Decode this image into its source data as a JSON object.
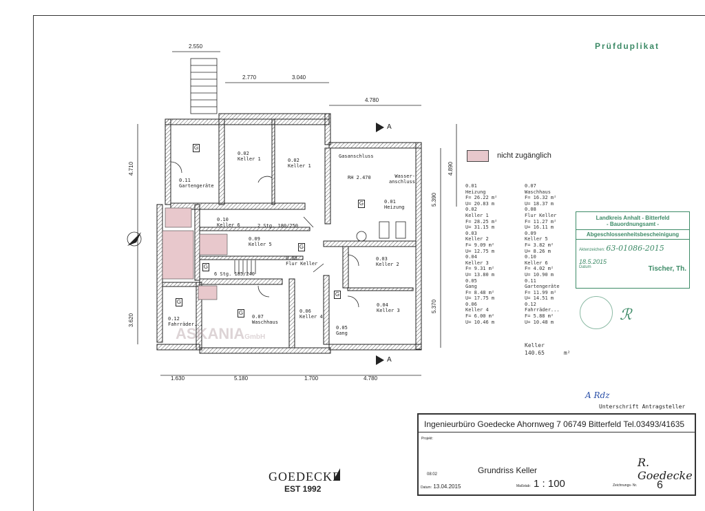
{
  "header": {
    "stamp_title": "Prüfduplikat"
  },
  "legend": {
    "label": "nicht zugänglich",
    "color": "#e8c8cc"
  },
  "dimensions": {
    "top": [
      "2.550",
      "2.770",
      "3.040",
      "4.780"
    ],
    "bottom": [
      "1.630",
      "5.180",
      "1.700",
      "4.780"
    ],
    "left": [
      "4.710",
      "3.620"
    ],
    "right": [
      "4.890",
      "5.390",
      "5.370"
    ]
  },
  "plan": {
    "rooms": [
      {
        "no": "0.11",
        "name": "Gartengeräte"
      },
      {
        "no": "0.02",
        "name": "Keller  1"
      },
      {
        "no": "0.02",
        "name": "Keller  1"
      },
      {
        "no": "0.01",
        "name": "Heizung"
      },
      {
        "no": "0.10",
        "name": "Keller  6"
      },
      {
        "no": "0.09",
        "name": "Keller  5"
      },
      {
        "no": "0.08",
        "name": "Flur  Keller"
      },
      {
        "no": "0.03",
        "name": "Keller  2"
      },
      {
        "no": "0.04",
        "name": "Keller  3"
      },
      {
        "no": "0.05",
        "name": "Gang"
      },
      {
        "no": "0.06",
        "name": "Keller  4"
      },
      {
        "no": "0.07",
        "name": "Waschhaus"
      },
      {
        "no": "0.12",
        "name": "Fahrräder..."
      }
    ],
    "gas": "Gasanschluss",
    "water": "Wasser-\nanschluss",
    "rh": "RH  2.470",
    "stair1": "2 Stg. 180/250",
    "stair2": "6 Stg. 185/240",
    "g": "G",
    "section": "A",
    "watermark": "ASKANIA",
    "watermark_sub": "GmbH"
  },
  "areas": [
    {
      "no": "0.01",
      "name": "Heizung",
      "f": "F=  26.22  m²",
      "u": "U=  20.83  m"
    },
    {
      "no": "0.02",
      "name": "Keller  1",
      "f": "F=  28.25  m²",
      "u": "U=  31.15  m"
    },
    {
      "no": "0.03",
      "name": "Keller  2",
      "f": "F=  9.09  m²",
      "u": "U=  12.75  m"
    },
    {
      "no": "0.04",
      "name": "Keller  3",
      "f": "F=  9.31  m²",
      "u": "U=  13.80  m"
    },
    {
      "no": "0.05",
      "name": "Gang",
      "f": "F=  8.48  m²",
      "u": "U=  17.75  m"
    },
    {
      "no": "0.06",
      "name": "Keller  4",
      "f": "F=  6.00  m²",
      "u": "U=  10.46  m"
    },
    {
      "no": "0.07",
      "name": "Waschhaus",
      "f": "F=  16.32  m²",
      "u": "U=  18.37  m"
    },
    {
      "no": "0.08",
      "name": "Flur  Keller",
      "f": "F=  11.27  m²",
      "u": "U=  16.11  m"
    },
    {
      "no": "0.09",
      "name": "Keller  5",
      "f": "F=  3.82  m²",
      "u": "U=  8.26  m"
    },
    {
      "no": "0.10",
      "name": "Keller  6",
      "f": "F=  4.02  m²",
      "u": "U=  10.90  m"
    },
    {
      "no": "0.11",
      "name": "Gartengeräte",
      "f": "F=  11.99  m²",
      "u": "U=  14.51  m"
    },
    {
      "no": "0.12",
      "name": "Fahrräder...",
      "f": "F=  5.88  m²",
      "u": "U=  10.48  m"
    }
  ],
  "total": {
    "label": "Keller",
    "value": "140.65",
    "unit": "m²"
  },
  "stamp": {
    "line1": "Landkreis Anhalt - Bitterfeld",
    "line2": "- Bauordnungsamt -",
    "line3": "Abgeschlossenheitsbescheinigung",
    "aktz_label": "Aktenzeichen:",
    "aktz": "63-01086-2015",
    "date": "18.5.2015",
    "date_label": "Datum",
    "name": "Tischer, Th.",
    "color": "#3c8a66"
  },
  "applicant": {
    "label": "Unterschrift  Antragsteller",
    "signature": "A Rdz"
  },
  "titleblock": {
    "office": "Ingenieurbüro Goedecke  Ahornweg 7  06749 Bitterfeld  Tel.03493/41635",
    "project_label": "Projekt:",
    "code": "08:02",
    "title": "Grundriss Keller",
    "date_label": "Datum:",
    "date": "13.04.2015",
    "scale_label": "Maßstab:",
    "scale": "1 : 100",
    "drawing_label": "Zeichnungs- Nr.",
    "drawing_no": "6",
    "signature": "R. Goedecke"
  },
  "logo": {
    "name": "GOEDECKE",
    "sub": "EST 1992"
  }
}
